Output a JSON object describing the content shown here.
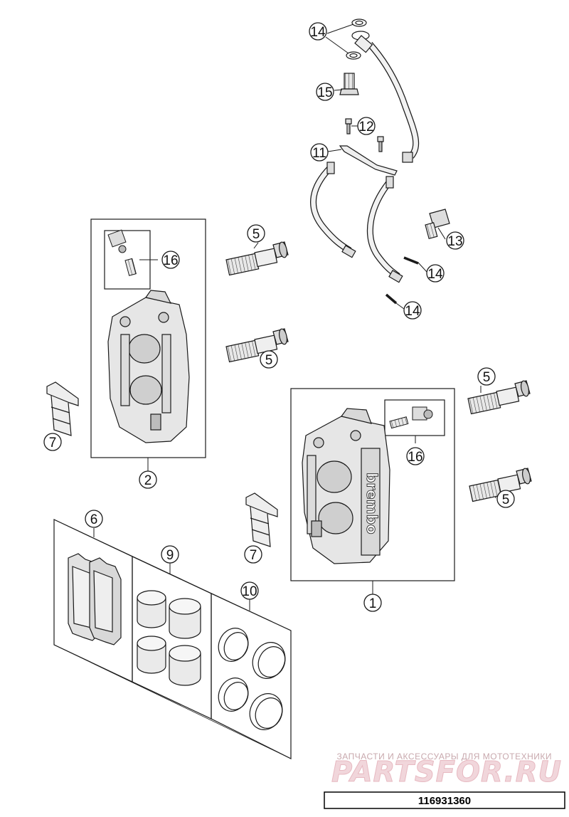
{
  "callouts": {
    "c14_top": "14",
    "c15": "15",
    "c12": "12",
    "c11": "11",
    "c13": "13",
    "c14_mid": "14",
    "c14_low": "14",
    "c5_a": "5",
    "c5_b": "5",
    "c5_c": "5",
    "c5_d": "5",
    "c16_left": "16",
    "c16_right": "16",
    "c7_left": "7",
    "c7_right": "7",
    "c2": "2",
    "c1": "1",
    "c6": "6",
    "c9": "9",
    "c10": "10"
  },
  "watermark": {
    "tagline": "ЗАПЧАСТИ И АКСЕССУАРЫ ДЛЯ МОТОТЕХНИКИ",
    "logo": "PARTSFOR.RU"
  },
  "reference_number": "116931360",
  "colors": {
    "line": "#1a1a1a",
    "part_fill": "#e6e6e6",
    "watermark_text": "#c8a8ad",
    "watermark_logo": "#f1d6db"
  }
}
